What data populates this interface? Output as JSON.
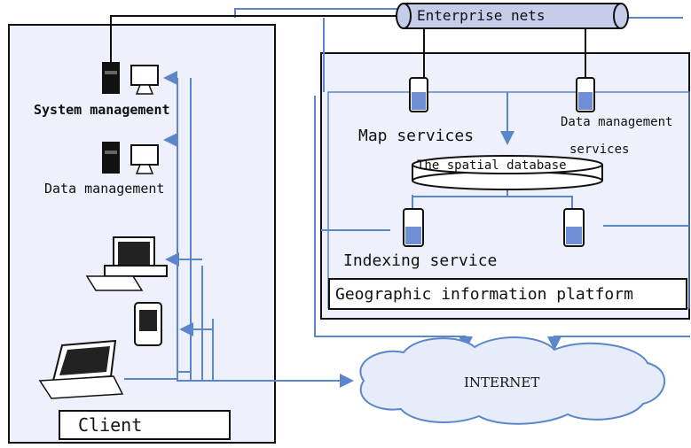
{
  "diagram": {
    "nodes": {
      "enterprise_nets": "Enterprise nets",
      "system_management": "System management",
      "data_management": "Data management",
      "map_services": "Map services",
      "data_management_services_line1": "Data management",
      "data_management_services_line2": "services",
      "spatial_database": "The spatial database",
      "indexing_service": "Indexing service",
      "geographic_platform": "Geographic information platform",
      "internet": "INTERNET",
      "client": "Client"
    },
    "colors": {
      "panel_fill": "#eef1fb",
      "line_blue": "#5b86c9",
      "pipe_fill": "#c6cdea",
      "cloud_fill": "#e6ecfa",
      "dark_line": "#111111"
    }
  }
}
